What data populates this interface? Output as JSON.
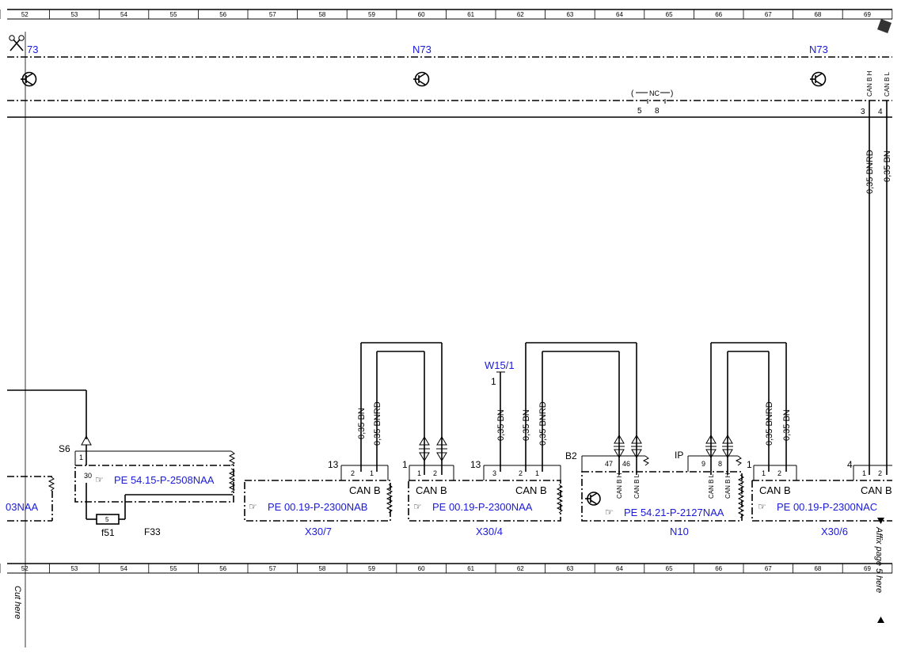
{
  "ruler": {
    "numbers": [
      "52",
      "53",
      "54",
      "55",
      "56",
      "57",
      "58",
      "59",
      "60",
      "61",
      "62",
      "63",
      "64",
      "65",
      "66",
      "67",
      "68",
      "69"
    ]
  },
  "top_labels": {
    "n73_left": "73",
    "n73_mid": "N73",
    "n73_right": "N73",
    "nc_label": "NC",
    "nc_pin_5": "5",
    "nc_pin_8": "8",
    "can_bh": "CAN B H",
    "can_bl": "CAN B L",
    "pin_3": "3",
    "pin_4": "4",
    "wire_bnrd_right": "0,35 BNRD",
    "wire_bn_right": "0,35 BN"
  },
  "components": {
    "s6": {
      "name": "S6",
      "pin_1": "1",
      "pin_30": "30",
      "ref": "PE 54.15-P-2508NAA"
    },
    "left_partial": {
      "ref": "03NAA"
    },
    "f51": {
      "name": "f51",
      "pin": "5"
    },
    "f33": {
      "name": "F33"
    },
    "x30_7": {
      "name": "X30/7",
      "ref": "PE 00.19-P-2300NAB",
      "bus": "CAN B",
      "count": "13",
      "pin_a": "2",
      "pin_b": "1",
      "wire_a": "0,35 BN",
      "wire_b": "0,35 BNRD"
    },
    "x30_4": {
      "name": "X30/4",
      "ref": "PE 00.19-P-2300NAA",
      "bus_left": "CAN B",
      "bus_right": "CAN B",
      "count_left": "1",
      "count_right": "13",
      "pin_1": "1",
      "pin_2": "2",
      "pin_3": "3",
      "pin_2b": "2",
      "pin_1b": "1",
      "wire_a": "0,35 BN",
      "wire_b": "0,35 BN",
      "wire_c": "0,35 BNRD"
    },
    "w15_1": {
      "name": "W15/1",
      "pin": "1"
    },
    "n10": {
      "name": "N10",
      "ref": "PE 54.21-P-2127NAA",
      "b2": "B2",
      "ip": "IP",
      "pin_47": "47",
      "pin_46": "46",
      "pin_9": "9",
      "pin_8": "8",
      "can_bh_a": "CAN B H",
      "can_bl_a": "CAN B L",
      "can_bl_b": "CAN B L",
      "can_bh_b": "CAN B H"
    },
    "x30_6": {
      "name": "X30/6",
      "ref": "PE 00.19-P-2300NAC",
      "bus_left": "CAN B",
      "bus_right": "CAN B",
      "count_left": "1",
      "count_right": "4",
      "pin_1": "1",
      "pin_2": "2",
      "pin_1b": "1",
      "pin_2b": "2",
      "wire_a": "0,35 BNRD",
      "wire_b": "0,35 BN"
    }
  },
  "margin_notes": {
    "cut_here": "Cut here",
    "affix_page": "Affix page 5 here"
  }
}
